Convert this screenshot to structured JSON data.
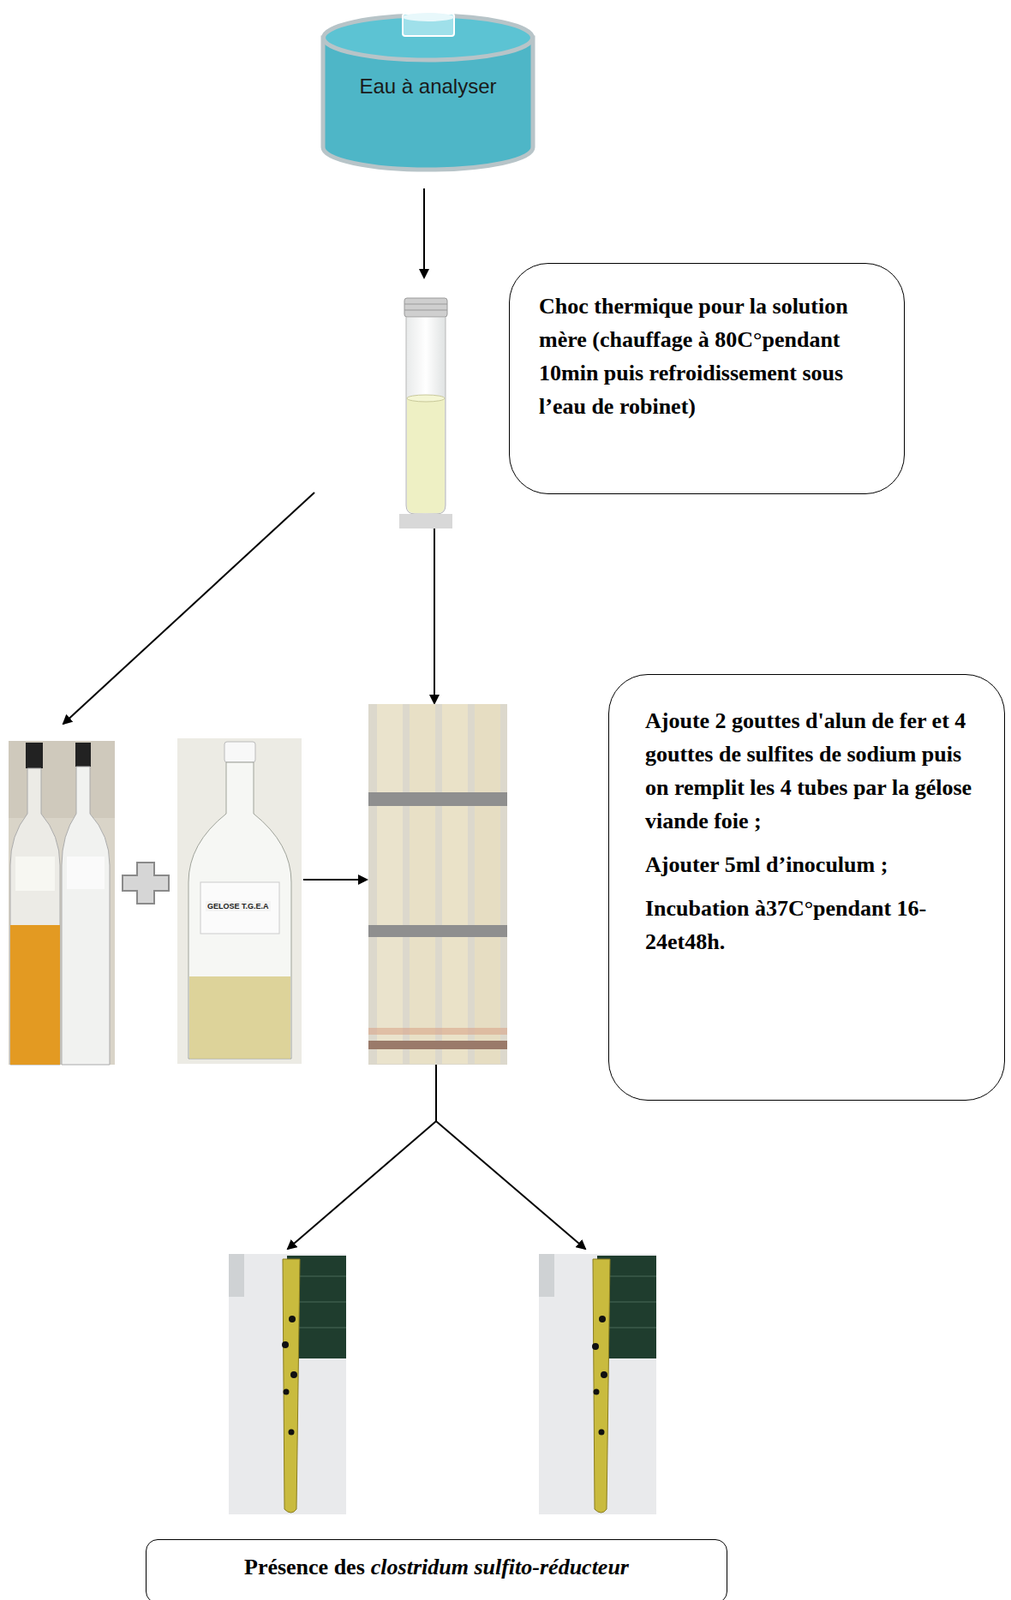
{
  "diagram": {
    "nodes": [
      {
        "text": [
          "Eau à analyser"
        ]
      },
      {
        "text": [
          "Choc thermique pour la solution mère (chauffage à 80C°pendant 10min puis refroidissement sous l’eau de robinet)"
        ]
      },
      {
        "text": [
          "Ajoute 2 gouttes d'alun de fer et 4 gouttes de sulfites de sodium puis on remplit les 4 tubes par la gélose viande foie ;",
          "Ajouter 5ml d’inoculum ;",
          "Incubation à37C°pendant 16-24et48h."
        ]
      },
      {
        "text": [
          "Présence des",
          "clostridum sulfito-réducteur"
        ]
      }
    ],
    "labels": [
      "GELOSE T.G.E.A"
    ]
  }
}
